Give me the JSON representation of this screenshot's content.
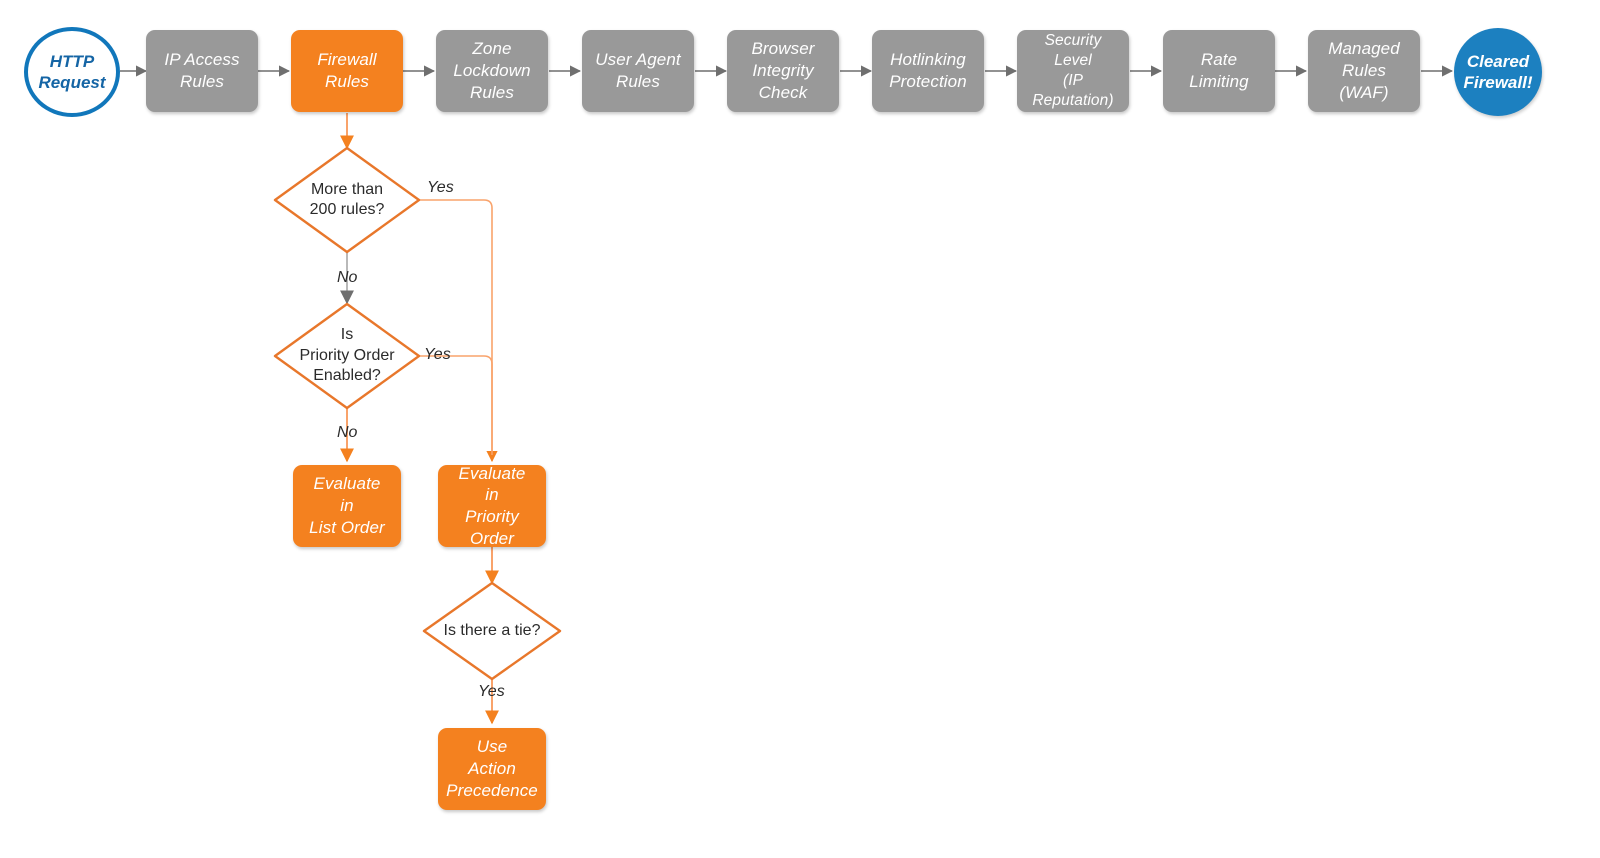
{
  "diagram": {
    "title": "Cloudflare request firewall evaluation order",
    "colors": {
      "gray_node": "#999999",
      "orange_node": "#F4811F",
      "orange_line": "#F79455",
      "blue_stroke": "#1177BB",
      "blue_fill": "#1C80C0",
      "gray_line": "#7a7a7a",
      "text_dark": "#2b2b2b",
      "background": "#FFFFFF"
    },
    "pipeline": [
      {
        "id": "http-request",
        "shape": "circle-open",
        "label": "HTTP\nRequest"
      },
      {
        "id": "ip-access-rules",
        "shape": "box-gray",
        "label": "IP Access\nRules"
      },
      {
        "id": "firewall-rules",
        "shape": "box-orange",
        "label": "Firewall\nRules"
      },
      {
        "id": "zone-lockdown-rules",
        "shape": "box-gray",
        "label": "Zone\nLockdown\nRules"
      },
      {
        "id": "user-agent-rules",
        "shape": "box-gray",
        "label": "User Agent\nRules"
      },
      {
        "id": "browser-integrity-check",
        "shape": "box-gray",
        "label": "Browser\nIntegrity\nCheck"
      },
      {
        "id": "hotlinking-protection",
        "shape": "box-gray",
        "label": "Hotlinking\nProtection"
      },
      {
        "id": "security-level",
        "shape": "box-gray",
        "label": "Security\nLevel\n(IP Reputation)"
      },
      {
        "id": "rate-limiting",
        "shape": "box-gray",
        "label": "Rate\nLimiting"
      },
      {
        "id": "managed-rules-waf",
        "shape": "box-gray",
        "label": "Managed\nRules\n(WAF)"
      },
      {
        "id": "cleared-firewall",
        "shape": "circle-fill",
        "label": "Cleared\nFirewall!"
      }
    ],
    "branch": {
      "decision_more_than_200": {
        "label": "More than\n200 rules?"
      },
      "decision_priority_order": {
        "label": "Is\nPriority Order\nEnabled?"
      },
      "decision_tie": {
        "label": "Is there a tie?"
      },
      "evaluate_list_order": {
        "label": "Evaluate\nin\nList Order"
      },
      "evaluate_priority_order": {
        "label": "Evaluate\nin\nPriority Order"
      },
      "use_action_precedence": {
        "label": "Use\nAction\nPrecedence"
      }
    },
    "edge_labels": {
      "more_than_200_yes": "Yes",
      "more_than_200_no": "No",
      "priority_order_yes": "Yes",
      "priority_order_no": "No",
      "tie_yes": "Yes"
    }
  }
}
